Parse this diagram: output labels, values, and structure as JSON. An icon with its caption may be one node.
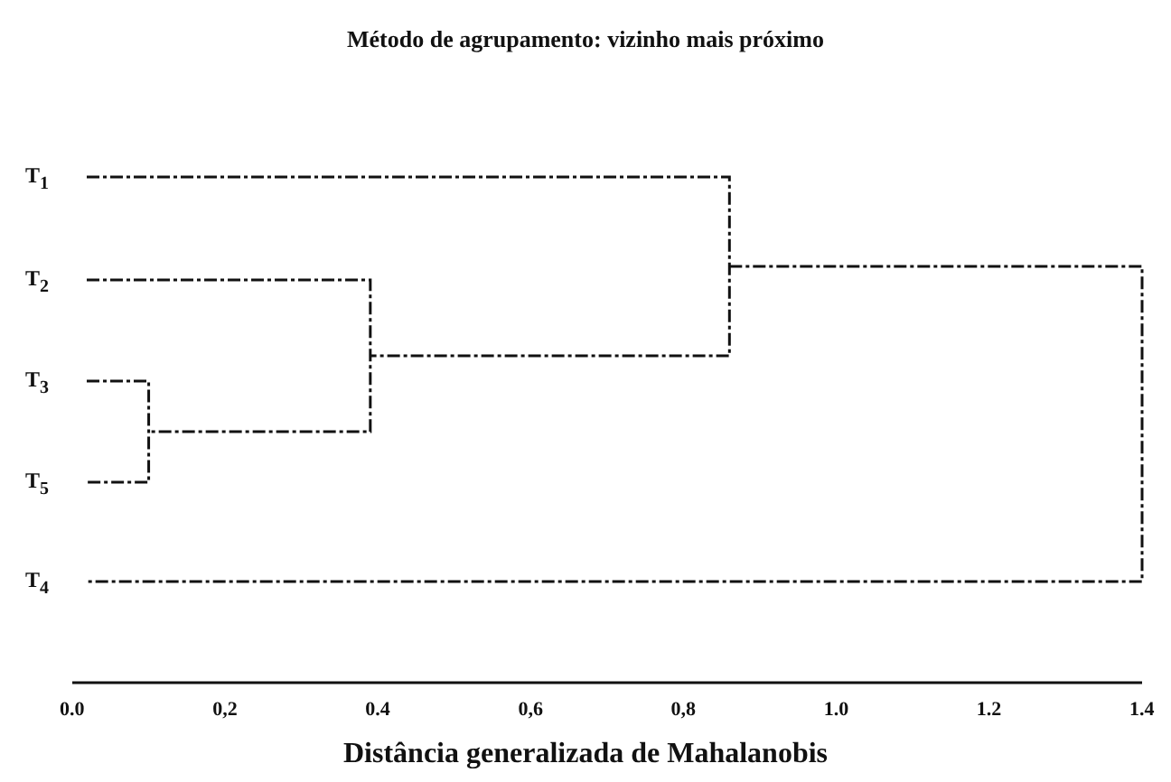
{
  "diagram": {
    "title": "Método de agrupamento: vizinho mais próximo",
    "labels": [
      "T$_{1}$",
      "T$_{2}$",
      "T$_{3}$",
      "T$_{5}$",
      "T$_{4}$",
      "0.0",
      "0,2",
      "0.4",
      "0,6",
      "0,8",
      "1.0",
      "1.2",
      "1.4",
      "Distância generalizada de Mahalanobis"
    ]
  }
}
